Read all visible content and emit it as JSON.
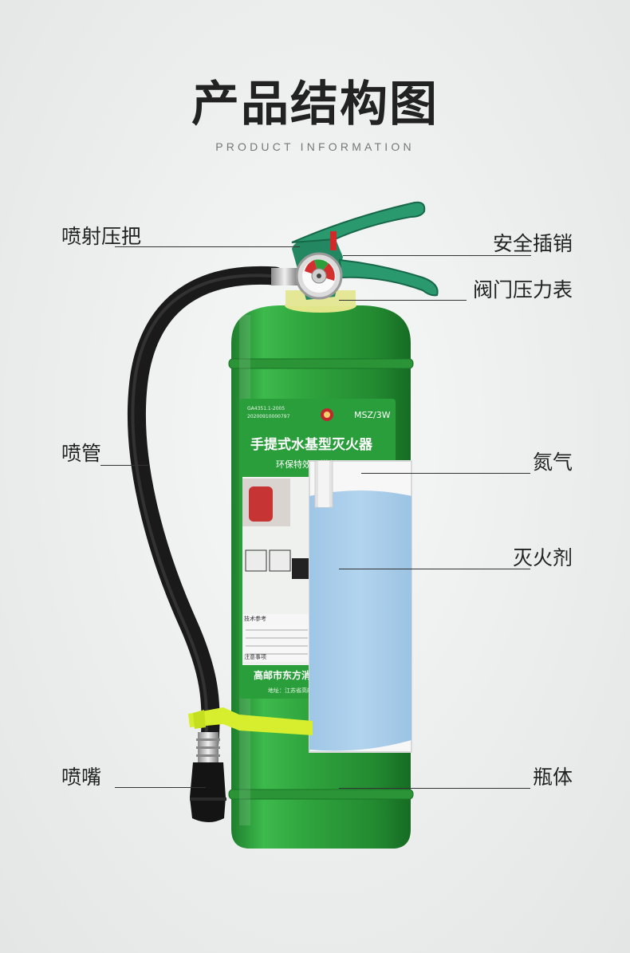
{
  "title": "产品结构图",
  "subtitle": "PRODUCT INFORMATION",
  "labels": {
    "handle": "喷射压把",
    "safety_pin": "安全插销",
    "gauge": "阀门压力表",
    "hose": "喷管",
    "nitrogen": "氮气",
    "agent": "灭火剂",
    "nozzle": "喷嘴",
    "body": "瓶体"
  },
  "product_label": {
    "model": "MSZ/3W",
    "name": "手提式水基型灭火器",
    "tagline": "环保特效阻燃剂",
    "manufacturer": "高邮市东方消",
    "address": "地址：江苏省高邮",
    "section_params": "技术参考",
    "section_notes": "注意事项",
    "standard": "GA4351.1-2005",
    "cert": "20200910000797"
  },
  "colors": {
    "body_green": "#2f9e3c",
    "valve_green": "#1f7d5a",
    "water_blue": "#a9cdea",
    "strap_yellow": "#d6ee2e"
  }
}
